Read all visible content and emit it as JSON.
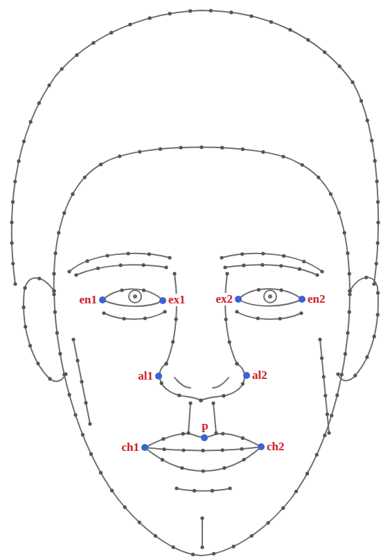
{
  "diagram": {
    "labels": [
      "en1",
      "ex1",
      "ex2",
      "en2",
      "al1",
      "al2",
      "p",
      "ch1",
      "ch2"
    ]
  }
}
